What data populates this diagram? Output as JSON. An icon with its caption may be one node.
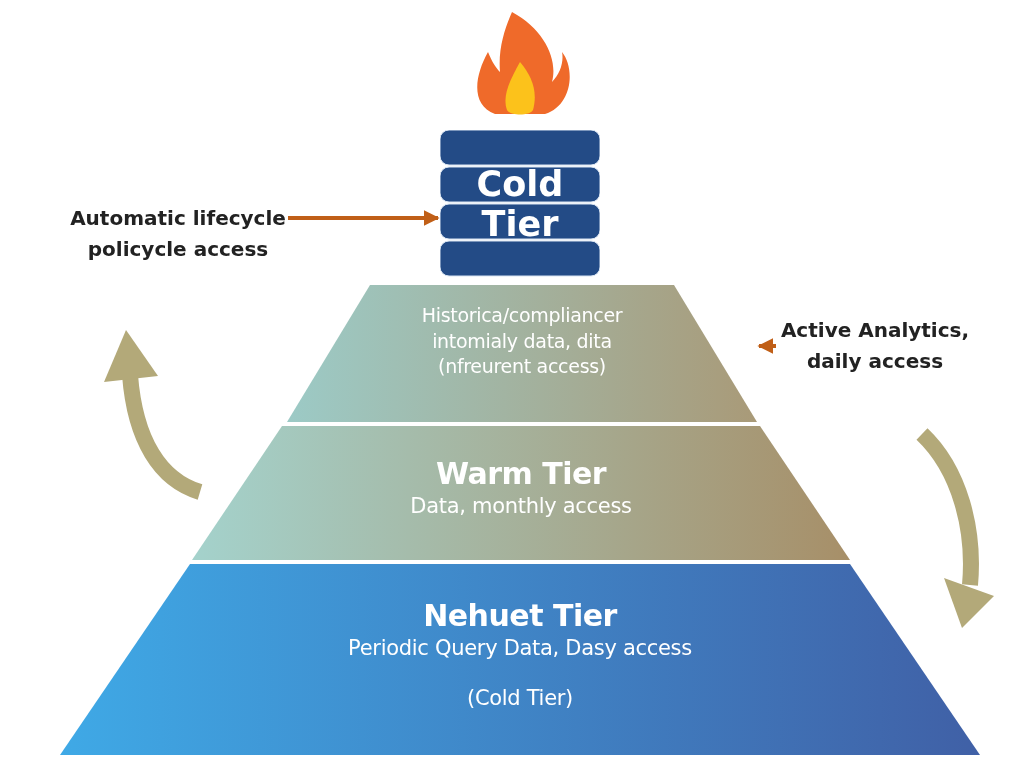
{
  "diagram": {
    "nodes": [
      {
        "text": [
          "Cold Tier"
        ]
      },
      {
        "text": [
          "Historica/compliancer intomialy data, dita (nfreurent access)"
        ]
      },
      {
        "text": [
          "Warm Tier",
          "Data, monthly access"
        ]
      },
      {
        "text": [
          "Nehuet Tier",
          "Periodic Query Data, Dasy access",
          "(Cold Tier)"
        ]
      },
      {
        "text": [
          "Automatic lifecycle policycle access"
        ]
      },
      {
        "text": [
          "Active Analytics, daily access"
        ]
      }
    ],
    "edges": [
      {
        "from": 4,
        "to": 0,
        "arrow": "to"
      },
      {
        "from": 5,
        "to": 1,
        "arrow": "to"
      }
    ]
  }
}
